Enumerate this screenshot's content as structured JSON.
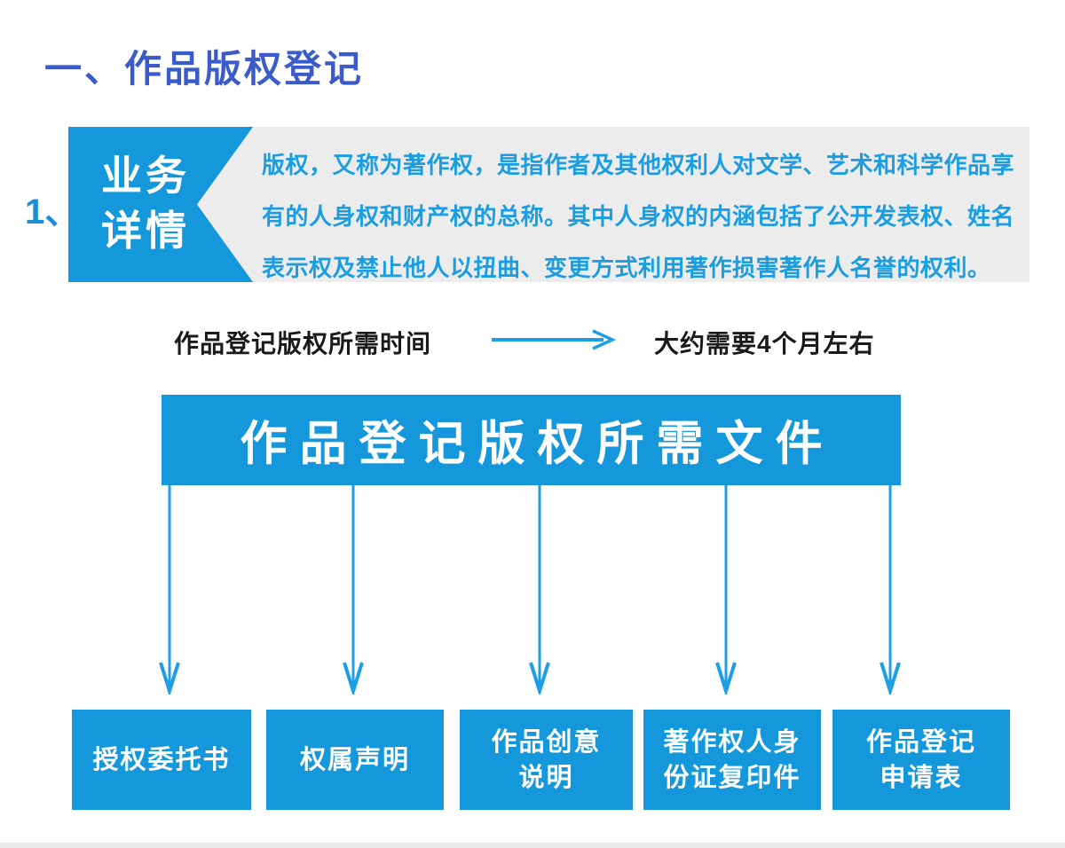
{
  "page": {
    "title": "一、作品版权登记",
    "item_number": "1、"
  },
  "business_detail": {
    "tab_line1": "业务",
    "tab_line2": "详情",
    "description_lines": {
      "line1": "版权，又称为著作权，是指作者及其他权利人对文学、艺术和科学作品享",
      "line2": "有的人身权和财产权的总称。其中人身权的内涵包括了公开发表权、姓名",
      "line3": "表示权及禁止他人以扭曲、变更方式利用著作损害著作人名誉的权利。"
    }
  },
  "time_row": {
    "label": "作品登记版权所需时间",
    "arrow_icon": "right-arrow",
    "value": "大约需要4个月左右"
  },
  "documents": {
    "banner": "作品登记版权所需文件",
    "items": [
      {
        "lines": {
          "l1": "授权委托书"
        }
      },
      {
        "lines": {
          "l1": "权属声明"
        }
      },
      {
        "lines": {
          "l1": "作品创意",
          "l2": "说明"
        }
      },
      {
        "lines": {
          "l1": "著作权人身",
          "l2": "份证复印件"
        }
      },
      {
        "lines": {
          "l1": "作品登记",
          "l2": "申请表"
        }
      }
    ]
  },
  "colors": {
    "primary_blue": "#1598DB",
    "body_text_blue": "#1B9DE2",
    "title_blue": "#3A5BC9",
    "panel_gray": "#ECECEC",
    "arrow_blue": "#1E9FE5",
    "plain_text": "#1A1A1A"
  }
}
